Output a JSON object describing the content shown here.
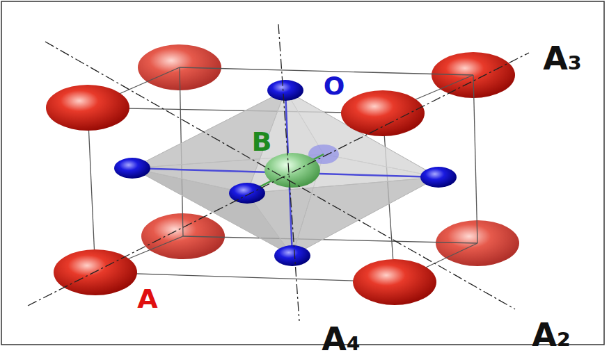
{
  "diagram": {
    "labels": [
      "A₃",
      "O",
      "B",
      "A",
      "A₄",
      "A₂"
    ]
  }
}
